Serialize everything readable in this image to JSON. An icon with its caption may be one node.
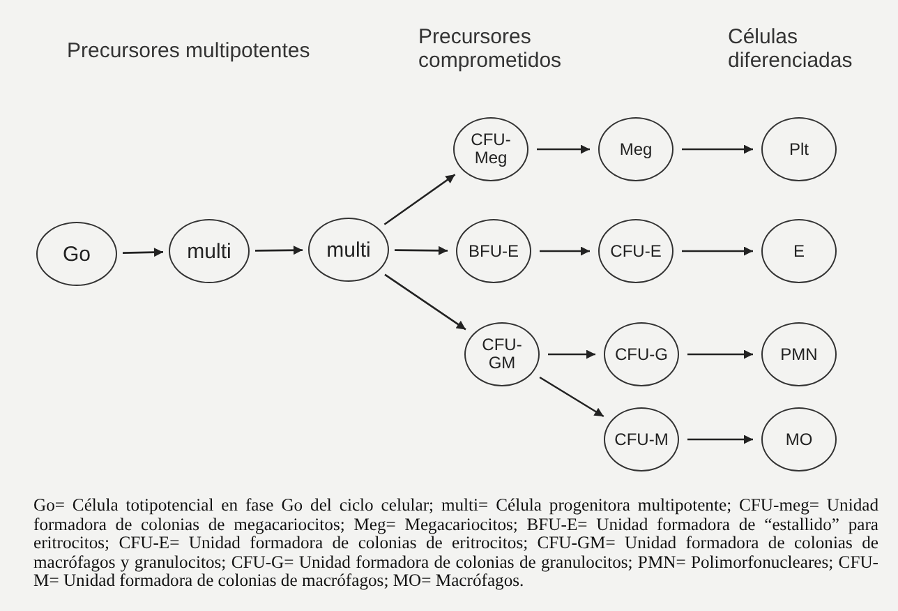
{
  "diagram": {
    "caption": "Go= Célula totipotencial en fase Go del ciclo celular; multi= Célula progenitora multipotente; CFU-meg= Unidad formadora de colonias de megacariocitos; Meg= Megacariocitos; BFU-E= Unidad formadora de “estallido” para eritrocitos; CFU-E= Unidad formadora de colonias de eritrocitos; CFU-GM= Unidad formadora de colonias de macrófagos y granulocitos; CFU-G= Unidad formadora de colonias de granulocitos; PMN= Polimorfonucleares; CFU-M= Unidad formadora de colonias de macrófagos; MO= Macrófagos.",
    "nodes": [
      {
        "text": [
          "Go"
        ]
      },
      {
        "text": [
          "multi"
        ]
      },
      {
        "text": [
          "multi"
        ]
      },
      {
        "text": [
          "CFU-Meg"
        ]
      },
      {
        "text": [
          "BFU-E"
        ]
      },
      {
        "text": [
          "CFU-GM"
        ]
      },
      {
        "text": [
          "Meg"
        ]
      },
      {
        "text": [
          "CFU-E"
        ]
      },
      {
        "text": [
          "CFU-G"
        ]
      },
      {
        "text": [
          "CFU-M"
        ]
      },
      {
        "text": [
          "Plt"
        ]
      },
      {
        "text": [
          "E"
        ]
      },
      {
        "text": [
          "PMN"
        ]
      },
      {
        "text": [
          "MO"
        ]
      }
    ],
    "edges": [
      {
        "from": 0,
        "to": 1,
        "arrow": "to"
      },
      {
        "from": 1,
        "to": 2,
        "arrow": "to"
      },
      {
        "from": 2,
        "to": 3,
        "arrow": "to"
      },
      {
        "from": 2,
        "to": 4,
        "arrow": "to"
      },
      {
        "from": 2,
        "to": 5,
        "arrow": "to"
      },
      {
        "from": 3,
        "to": 6,
        "arrow": "to"
      },
      {
        "from": 6,
        "to": 10,
        "arrow": "to"
      },
      {
        "from": 4,
        "to": 7,
        "arrow": "to"
      },
      {
        "from": 7,
        "to": 11,
        "arrow": "to"
      },
      {
        "from": 5,
        "to": 8,
        "arrow": "to"
      },
      {
        "from": 8,
        "to": 12,
        "arrow": "to"
      },
      {
        "from": 5,
        "to": 9,
        "arrow": "to"
      },
      {
        "from": 9,
        "to": 13,
        "arrow": "to"
      }
    ],
    "labels": [
      "Precursores multipotentes",
      "Precursores comprometidos",
      "Células diferenciadas"
    ]
  }
}
